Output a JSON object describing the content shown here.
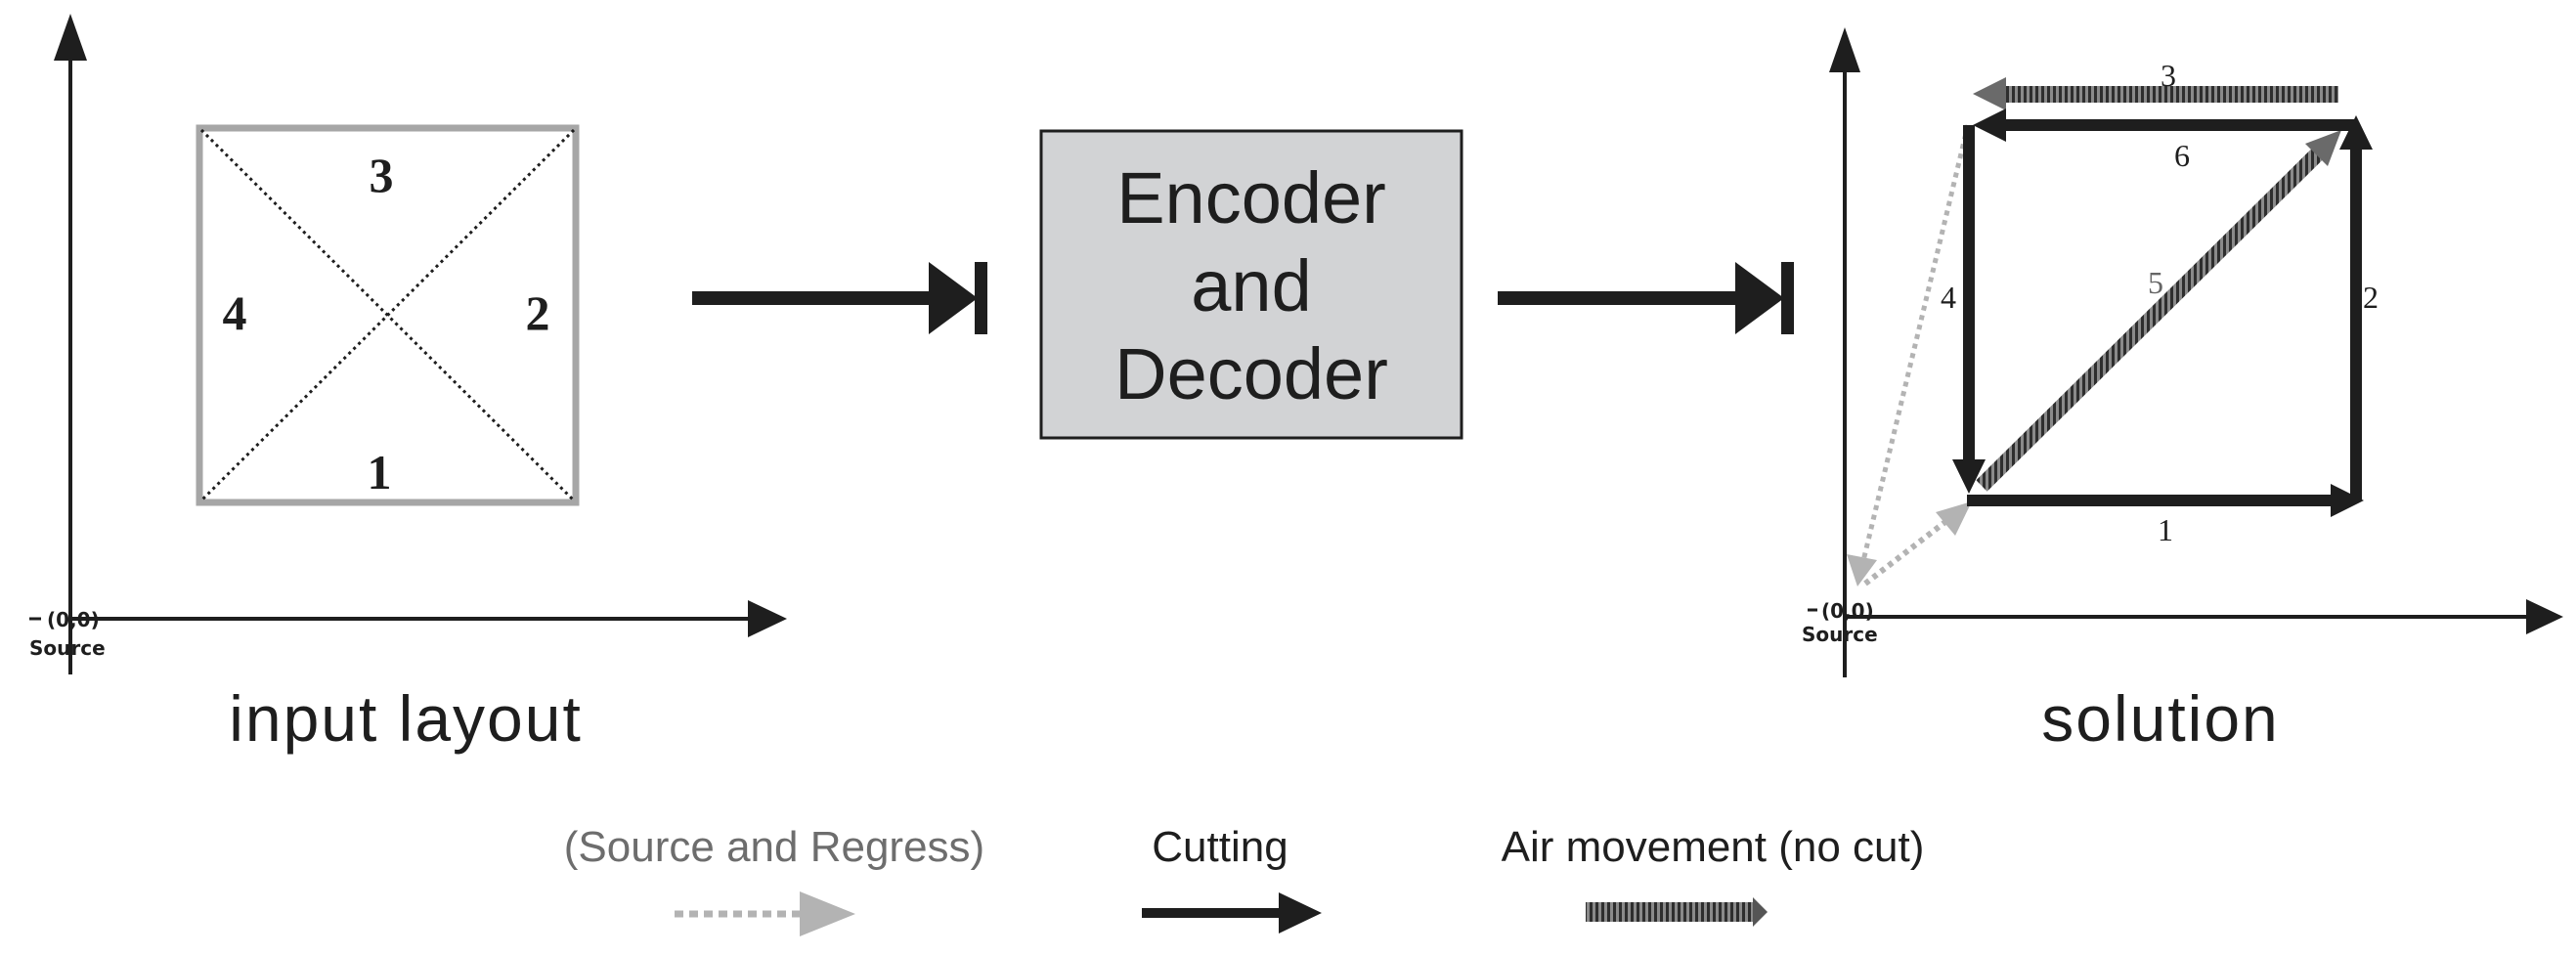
{
  "input_panel": {
    "caption": "input layout",
    "origin_label": "(0,0)",
    "source_label": "Source",
    "edge_labels": {
      "bottom": "1",
      "right": "2",
      "top": "3",
      "left": "4"
    }
  },
  "center_box": {
    "line1": "Encoder",
    "line2": "and",
    "line3": "Decoder"
  },
  "solution_panel": {
    "caption": "solution",
    "origin_label": "(0,0)",
    "source_label": "Source",
    "path_labels": {
      "p1": "1",
      "p2": "2",
      "p3": "3",
      "p4": "4",
      "p5": "5",
      "p6": "6"
    }
  },
  "legend": {
    "items": [
      {
        "label": "(Source and Regress)",
        "color": "#aaaaaa",
        "style": "dotted"
      },
      {
        "label": "Cutting",
        "color": "#1e1e1e",
        "style": "solid"
      },
      {
        "label": "Air movement (no cut)",
        "color": "#555555",
        "style": "hatched"
      }
    ]
  },
  "colors": {
    "ink": "#1e1e1e",
    "box_fill": "#d2d3d5",
    "square_border": "#a6a6a6",
    "regress": "#b3b3b3",
    "air": "#6a6a6a",
    "air_label": "#666666",
    "legend_source_text": "#6d6d6d"
  }
}
